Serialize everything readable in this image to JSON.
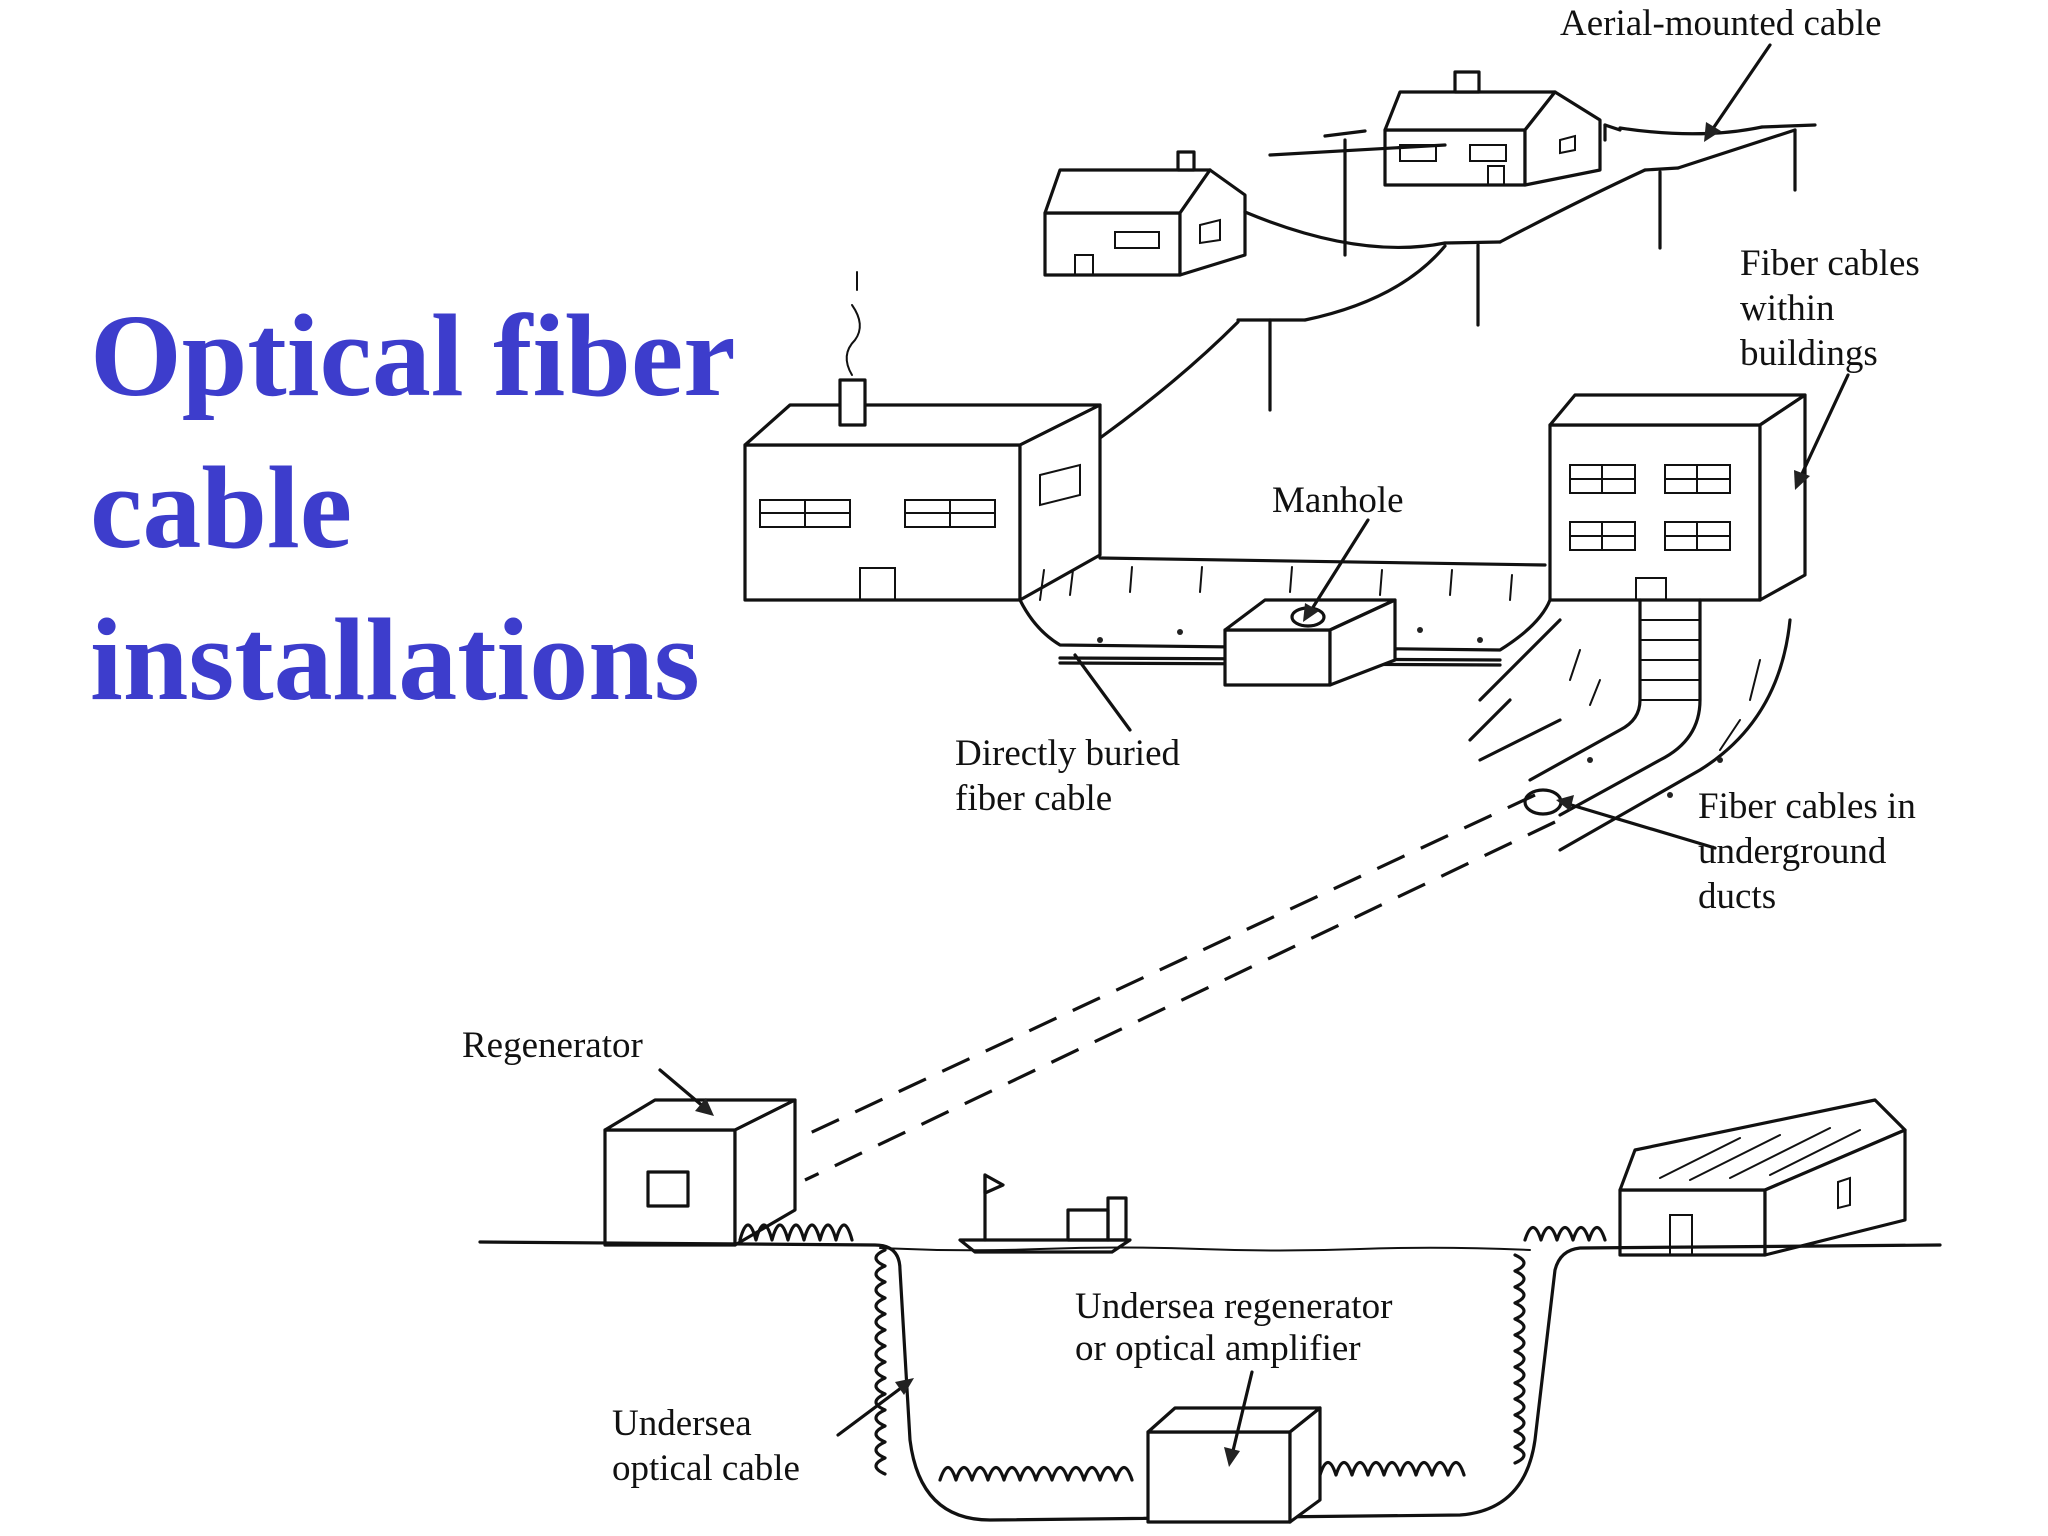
{
  "title": {
    "line1": "Optical fiber",
    "line2": "cable",
    "line3": "installations"
  },
  "labels": {
    "aerial_cable": "Aerial-mounted cable",
    "within_buildings": [
      "Fiber cables",
      "within",
      "buildings"
    ],
    "manhole": "Manhole",
    "directly_buried": [
      "Directly buried",
      "fiber cable"
    ],
    "underground_ducts": [
      "Fiber cables in",
      "underground",
      "ducts"
    ],
    "regenerator": "Regenerator",
    "undersea_regenerator": [
      "Undersea regenerator",
      "or optical amplifier"
    ],
    "undersea_cable": [
      "Undersea",
      "optical cable"
    ]
  },
  "colors": {
    "title": "#3d3dcc",
    "ink": "#111111",
    "background": "#ffffff"
  }
}
